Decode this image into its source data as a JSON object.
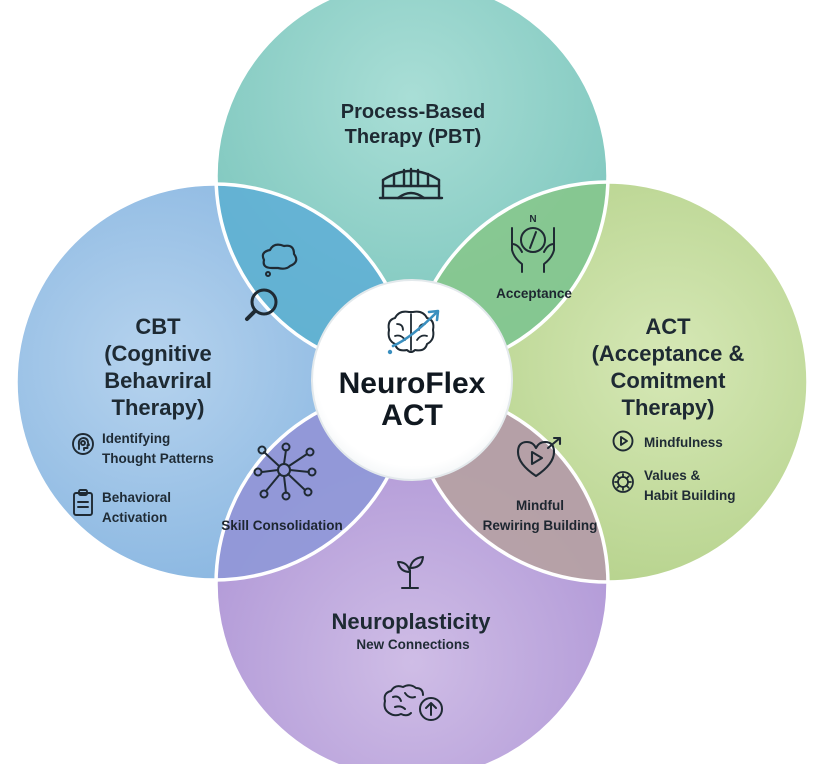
{
  "center": {
    "title_line1": "NeuroFlex",
    "title_line2": "ACT",
    "icon": "brain-arrow-icon"
  },
  "circles": {
    "pbt": {
      "title_line1": "Process-Based",
      "title_line2": "Therapy (PBT)",
      "icon": "bridge-icon",
      "color": "#8fd2c9"
    },
    "cbt": {
      "title_line1": "CBT",
      "title_line2": "(Cognitive",
      "title_line3": "Behavriral",
      "title_line4": "Therapy)",
      "color": "#9cc2e8",
      "items": [
        {
          "line1": "Identifying",
          "line2": "Thought Patterns",
          "icon": "head-profile-icon"
        },
        {
          "line1": "Behavioral",
          "line2": "Activation",
          "icon": "clipboard-icon"
        }
      ]
    },
    "act": {
      "title_line1": "ACT",
      "title_line2": "(Acceptance &",
      "title_line3": "Comitment",
      "title_line4": "Therapy)",
      "color": "#c7de9e",
      "items": [
        {
          "line1": "Mindfulness",
          "icon": "play-circle-icon"
        },
        {
          "line1": "Values &",
          "line2": "Habit Building",
          "icon": "gear-icon"
        }
      ]
    },
    "neuro": {
      "title": "Neuroplasticity",
      "subtitle": "New Connections",
      "icon_top": "sprout-icon",
      "icon_bottom": "brain-growth-icon",
      "color": "#bfa8dd"
    }
  },
  "overlaps": {
    "pbt_cbt": {
      "icon": "thought-search-icon",
      "color": "#6db3d6"
    },
    "pbt_act": {
      "label": "Acceptance",
      "icon": "hands-compass-icon",
      "color": "#8dc98f"
    },
    "act_neuro": {
      "label_line1": "Mindful",
      "label_line2": "Rewiring Building",
      "icon": "heart-play-icon",
      "color": "#bba6a6"
    },
    "cbt_neuro": {
      "label": "Skill Consolidation",
      "icon": "network-hub-icon",
      "color": "#9aa1dc"
    }
  }
}
